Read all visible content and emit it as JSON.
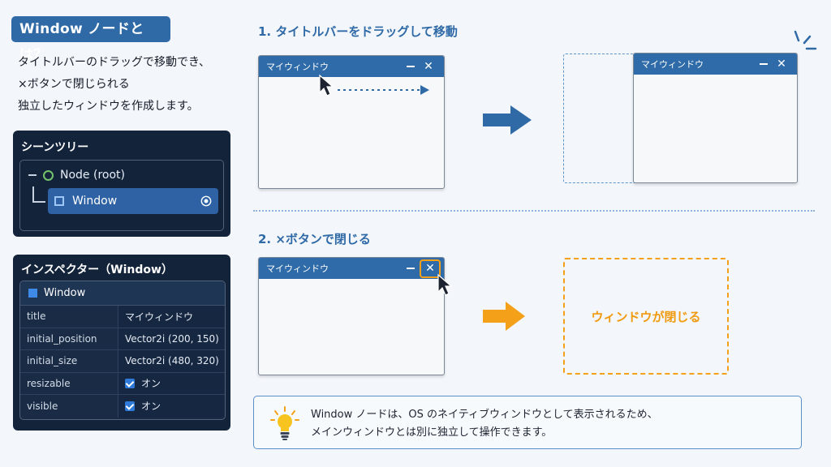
{
  "header": {
    "title": "Window ノードとは？",
    "intro_lines": [
      "タイトルバーのドラッグで移動でき、",
      "×ボタンで閉じられる",
      "独立したウィンドウを作成します。"
    ]
  },
  "scene_tree": {
    "title": "シーンツリー",
    "root_label": "Node (root)",
    "child_label": "Window",
    "visibility_icon": "eye-icon"
  },
  "inspector": {
    "title": "インスペクター（Window）",
    "node_label": "Window",
    "rows": [
      {
        "key": "title",
        "value": "マイウィンドウ"
      },
      {
        "key": "initial_position",
        "value": "Vector2i (200, 150)"
      },
      {
        "key": "initial_size",
        "value": "Vector2i (480, 320)"
      },
      {
        "key": "resizable",
        "value": "オン",
        "checked": true
      },
      {
        "key": "visible",
        "value": "オン",
        "checked": true
      }
    ]
  },
  "step1": {
    "title": "1. タイトルバーをドラッグして移動",
    "window_title": "マイウィンドウ",
    "moved_window_title": "マイウィンドウ",
    "minimize_glyph": "–",
    "close_glyph": "✕"
  },
  "step2": {
    "title": "2. ×ボタンで閉じる",
    "window_title": "マイウィンドウ",
    "close_glyph": "✕",
    "closed_label": "ウィンドウが閉じる"
  },
  "note": {
    "icon": "lightbulb-icon",
    "line1": "Window ノードは、OS のネイティブウィンドウとして表示されるため、",
    "line2": "メインウィンドウとは別に独立して操作できます。"
  },
  "colors": {
    "brand_blue": "#2f6aa7",
    "panel_navy": "#13233a",
    "accent_orange": "#f4a019",
    "check_green": "#74c36a"
  }
}
